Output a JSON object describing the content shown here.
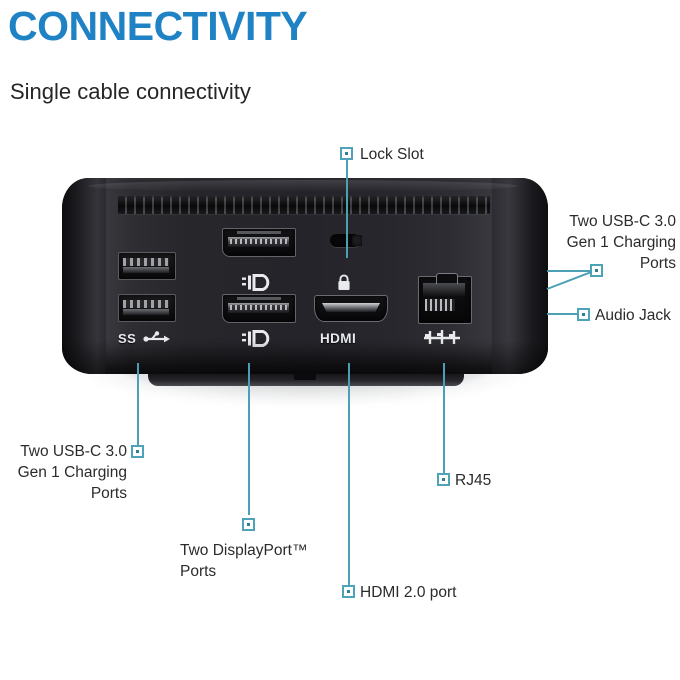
{
  "header": {
    "title": "CONNECTIVITY",
    "subtitle": "Single cable connectivity",
    "title_color": "#1e82c4",
    "subtitle_color": "#262626"
  },
  "theme": {
    "callout_color": "#4c9fb4",
    "marker_border": "#4fa3b8",
    "marker_dot": "#2f7f96",
    "background": "#ffffff",
    "device_color": "#26262b"
  },
  "device": {
    "name": "docking-station",
    "port_glyphs": {
      "usb_superspeed": "SS⇔",
      "displayport_top": "DP",
      "displayport_bottom": "DP",
      "hdmi": "HDMI",
      "lock": "lock",
      "rj45": "network"
    }
  },
  "callouts": [
    {
      "id": "lock-slot",
      "label": "Lock Slot",
      "align": "left"
    },
    {
      "id": "usb-c-right",
      "label": "Two USB-C 3.0\nGen 1 Charging\nPorts",
      "align": "right"
    },
    {
      "id": "audio-jack",
      "label": "Audio Jack",
      "align": "left"
    },
    {
      "id": "usb-a-left",
      "label_line1": "Two USB-C 3.0",
      "label_line2": "Gen 1 Charging",
      "label_line3": "Ports",
      "align": "right"
    },
    {
      "id": "displayport",
      "label": "Two DisplayPort™\nPorts",
      "align": "left"
    },
    {
      "id": "hdmi",
      "label": "HDMI 2.0 port",
      "align": "left"
    },
    {
      "id": "rj45",
      "label": "RJ45",
      "align": "left"
    }
  ]
}
